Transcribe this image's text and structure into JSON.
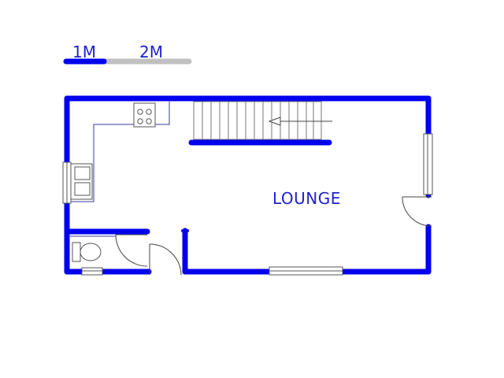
{
  "scale_bar": {
    "label_1": "1M",
    "label_2": "2M",
    "filled_color": "#0000ee",
    "empty_color": "#c0c0c0"
  },
  "rooms": [
    {
      "label": "LOUNGE"
    }
  ],
  "colors": {
    "wall": "#0000ee",
    "text": "#1f1fd0",
    "fixture_line": "#555555"
  }
}
